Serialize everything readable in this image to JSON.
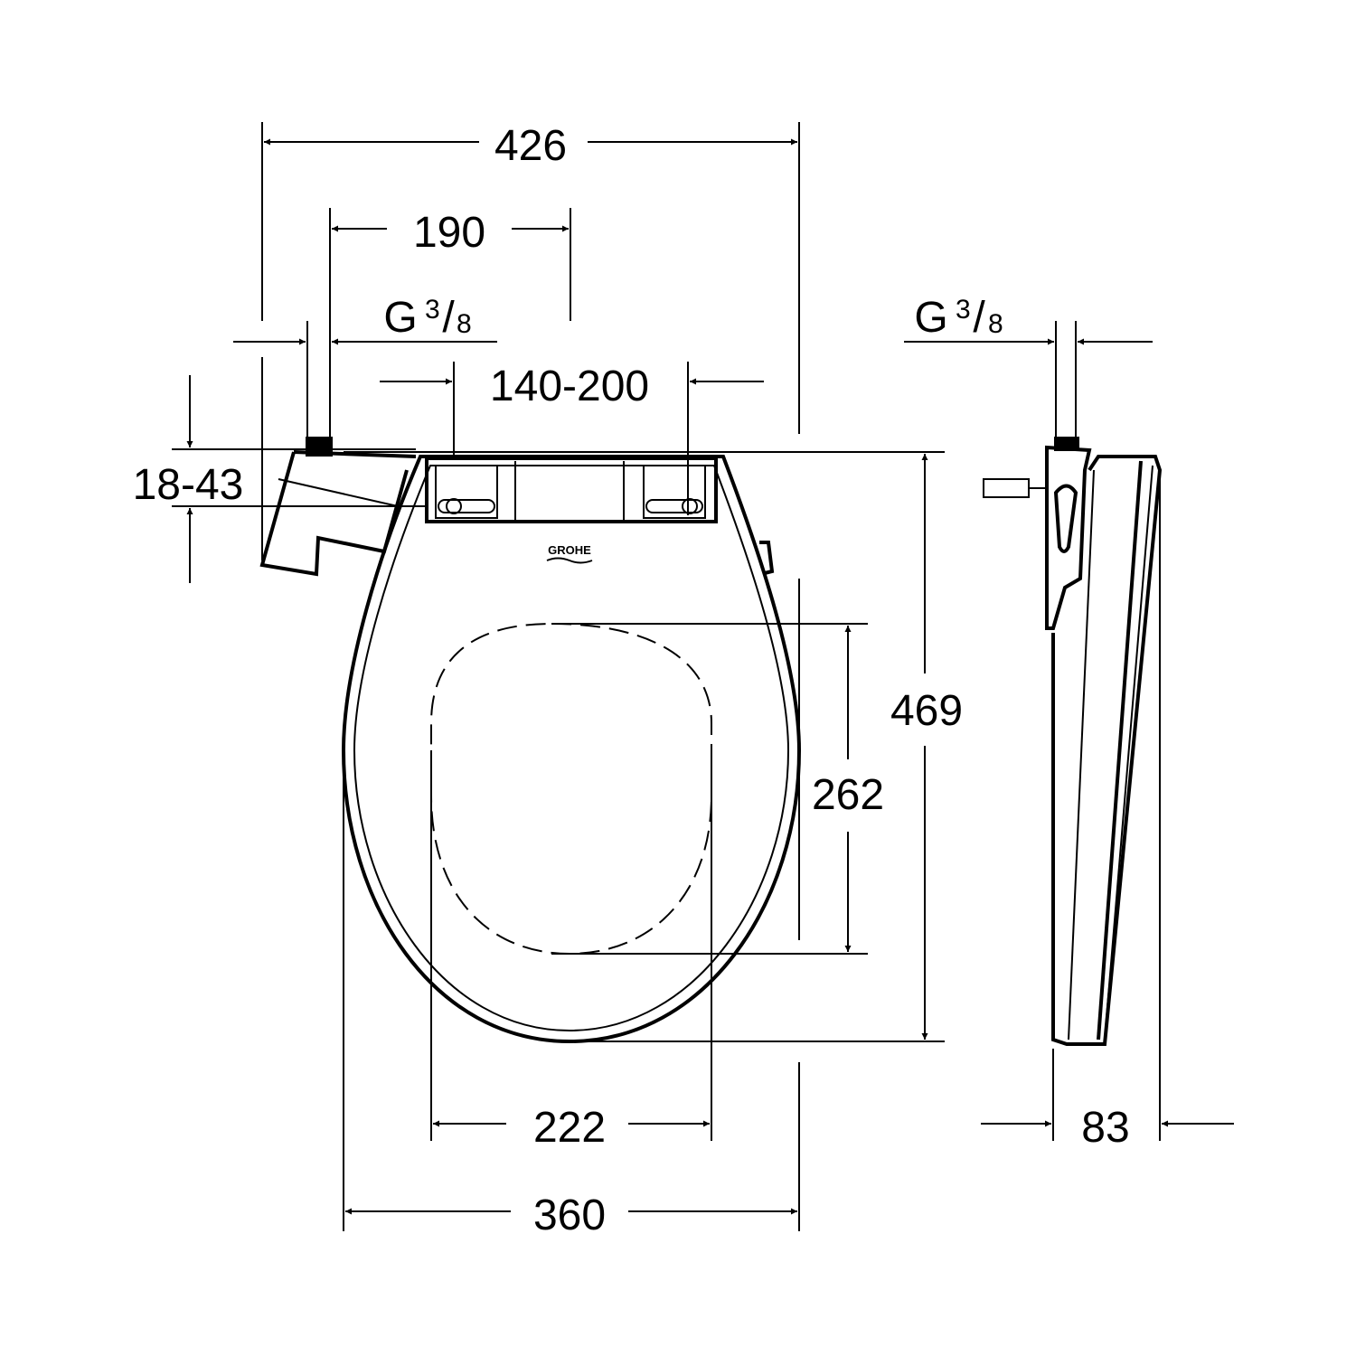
{
  "drawing": {
    "dimensions": {
      "overall_width": "426",
      "connection_offset": "190",
      "hinge_spacing": "140-200",
      "bowl_thickness": "18-43",
      "seat_length": "469",
      "opening_length": "262",
      "opening_width": "222",
      "seat_width": "360",
      "side_depth": "83"
    },
    "thread_front": {
      "letter": "G",
      "numerator": "3",
      "slash": "/",
      "denominator": "8"
    },
    "thread_side": {
      "letter": "G",
      "numerator": "3",
      "slash": "/",
      "denominator": "8"
    },
    "logo": "GROHE",
    "line_color": "#000000",
    "background": "#ffffff"
  }
}
